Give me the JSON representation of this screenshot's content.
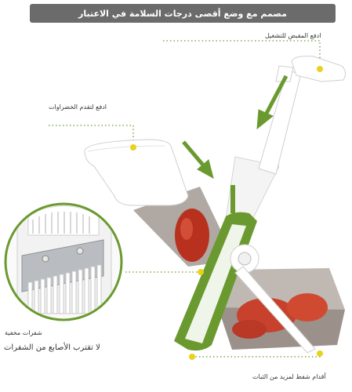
{
  "banner": {
    "title": "مصمم مع وضع أقصى درجات السلامة في الاعتبار"
  },
  "callouts": {
    "push_handle": "ادفع المقبض للتشغيل",
    "push_vegetables": "ادفع لتقدم الخضراوات",
    "hidden_blades": "شفرات مخفية",
    "fingers_away": "لا تقترب الأصابع من الشفرات",
    "suction_feet": "أقدام شفط لمزيد من الثبات"
  },
  "colors": {
    "accent": "#6a9a2f",
    "dot": "#e8d21d",
    "banner": "#6b6b6b"
  },
  "icons": [
    "arrow-down-left-icon",
    "magnifier-circle-icon"
  ]
}
